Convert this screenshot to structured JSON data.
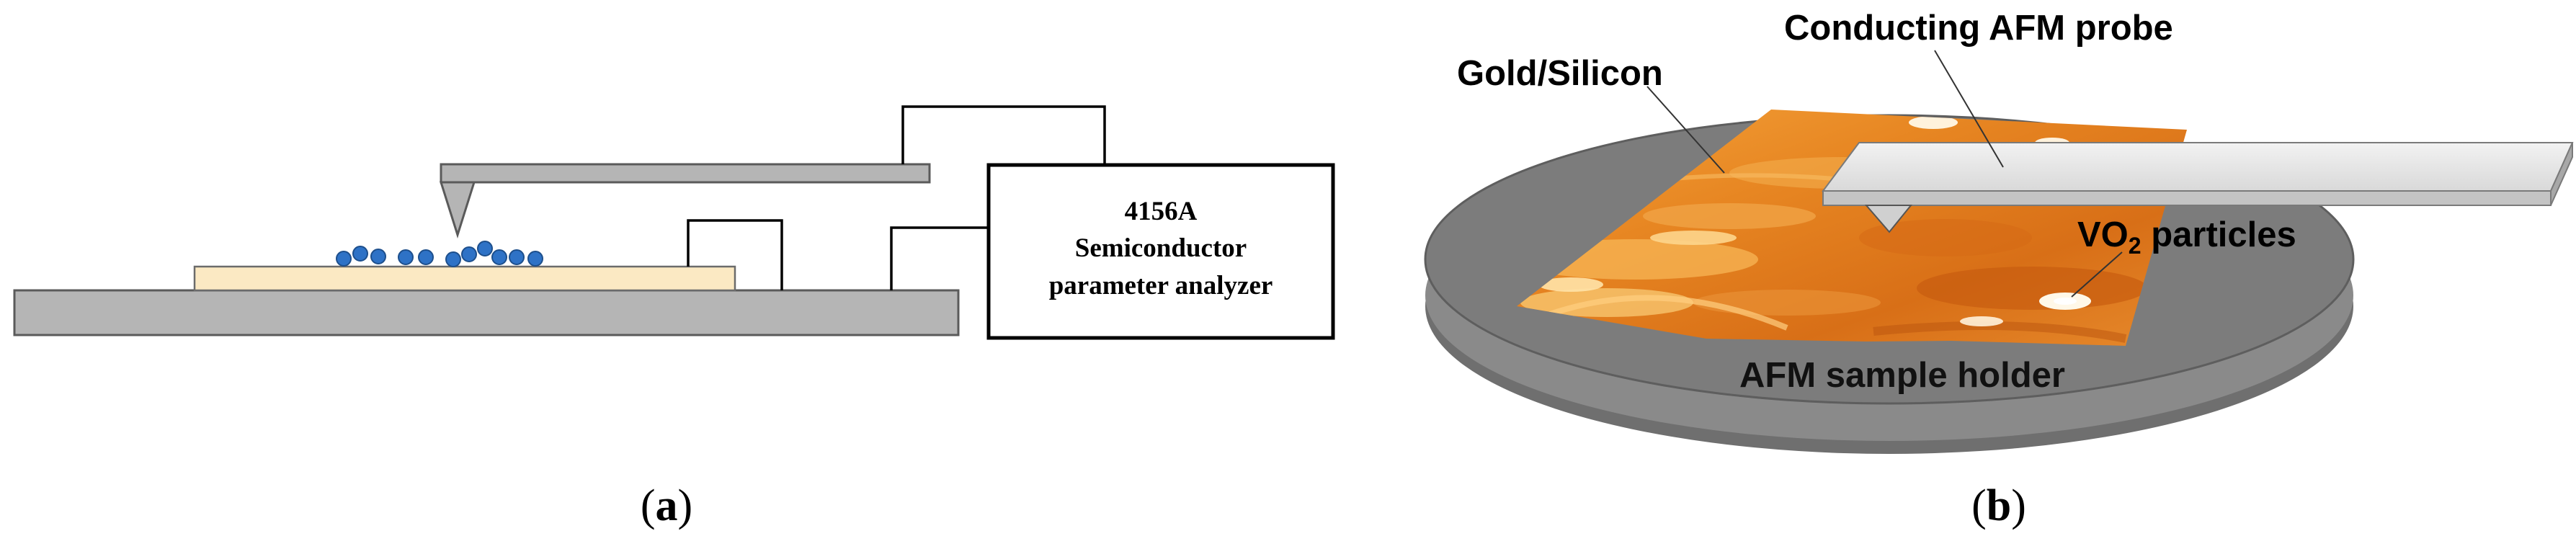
{
  "panel_a": {
    "caption_letter": "a",
    "analyzer_label": {
      "line1": "4156A",
      "line2": "Semiconductor",
      "line3": "parameter analyzer"
    }
  },
  "panel_b": {
    "caption_letter": "b",
    "labels": {
      "probe": "Conducting AFM probe",
      "substrate": "Gold/Silicon",
      "particles_prefix": "VO",
      "particles_subscript": "2",
      "particles_suffix": " particles",
      "holder": "AFM sample holder"
    }
  }
}
